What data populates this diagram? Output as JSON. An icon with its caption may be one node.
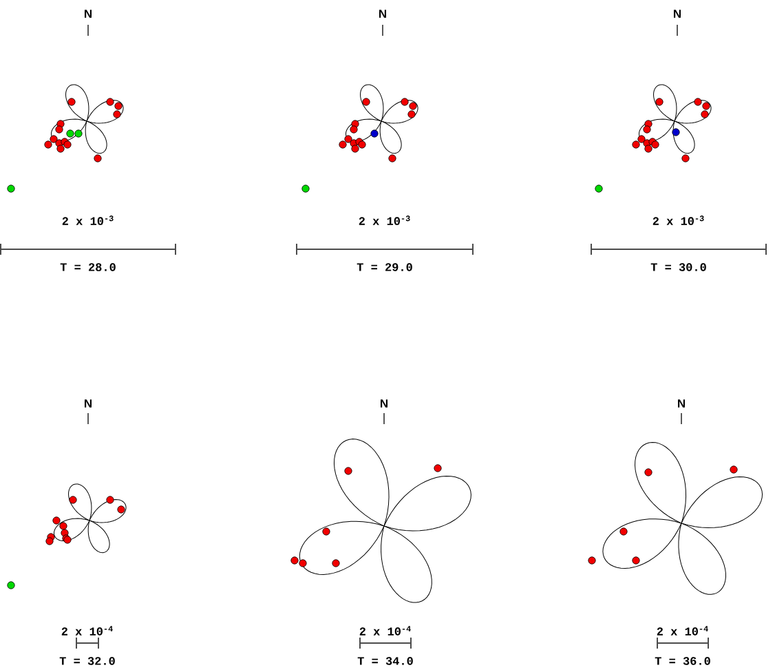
{
  "diagram": {
    "labels": [
      "N",
      "N",
      "N",
      "2 x 10$^{-3}$",
      "2 x 10$^{-3}$",
      "2 x 10$^{-3}$",
      "T = 28.0",
      "T = 29.0",
      "T = 30.0",
      "N",
      "N",
      "N",
      "2 x 10$^{-4}$",
      "2 x 10$^{-4}$",
      "2 x 10$^{-4}$",
      "T = 32.0",
      "T = 34.0",
      "T = 36.0"
    ]
  }
}
